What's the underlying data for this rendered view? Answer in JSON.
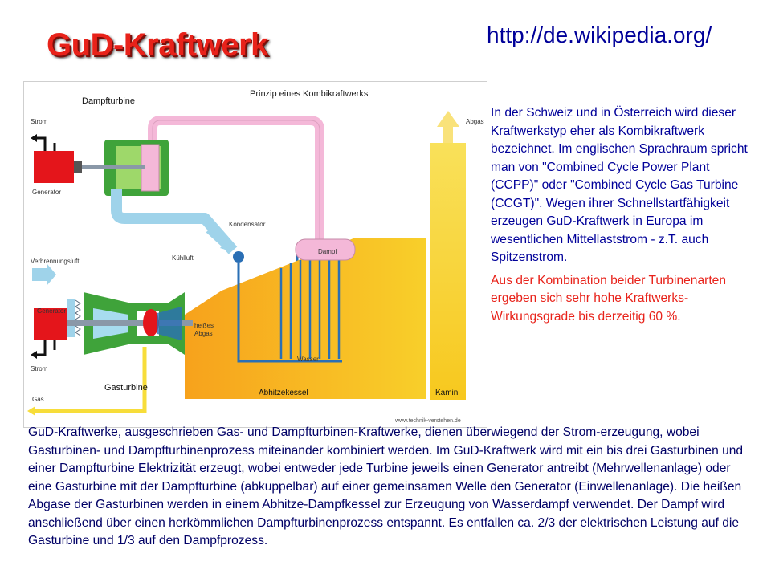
{
  "title": "GuD-Kraftwerk",
  "url": "http://de.wikipedia.org/",
  "diagram": {
    "heading": "Prinzip eines Kombikraftwerks",
    "labels": {
      "dampfturbine": "Dampfturbine",
      "strom_top": "Strom",
      "generator_top": "Generator",
      "kondensator": "Kondensator",
      "kuehlluft": "Kühlluft",
      "verbrennungsluft": "Verbrennungsluft",
      "generator_bottom": "Generator",
      "strom_bottom": "Strom",
      "gas": "Gas",
      "gasturbine": "Gasturbine",
      "heisses": "heißes",
      "abgas": "Abgas",
      "dampf": "Dampf",
      "wasser": "Wasser",
      "abhitzekessel": "Abhitzekessel",
      "kamin": "Kamin",
      "abgas_top": "Abgas",
      "credit": "www.technik-verstehen.de"
    },
    "colors": {
      "steam_pink": "#f4b8d8",
      "condensate_blue": "#9fd3ea",
      "water_blue": "#2a6fb5",
      "generator_red": "#e4151b",
      "turbine_green": "#3fa33a",
      "exhaust_yellow": "#f7d21e",
      "boiler_orange": "#f7a21c",
      "gas_yellow": "#f7dd3a"
    }
  },
  "side_text": {
    "paragraph1": "In der Schweiz und in Österreich wird dieser Kraftwerkstyp eher als Kombikraftwerk bezeichnet. Im englischen Sprachraum spricht man von \"Combined Cycle Power Plant (CCPP)\" oder \"Combined Cycle Gas Turbine (CCGT)\". Wegen ihrer Schnellstartfähigkeit erzeugen GuD-Kraftwerk in Europa im wesentlichen Mittellaststrom - z.T. auch Spitzenstrom.",
    "paragraph2": "Aus der Kombination beider Turbinenarten ergeben sich sehr hohe Kraftwerks-Wirkungsgrade bis derzeitig 60 %."
  },
  "bottom_text": "GuD-Kraftwerke, ausgeschrieben Gas- und Dampfturbinen-Kraftwerke, dienen überwiegend der Strom-erzeugung, wobei Gasturbinen- und Dampfturbinenprozess miteinander kombiniert werden. Im GuD-Kraftwerk wird mit ein bis drei Gasturbinen und einer Dampfturbine Elektrizität erzeugt, wobei entweder jede Turbine jeweils einen Generator antreibt (Mehrwellenanlage) oder eine Gasturbine mit der Dampfturbine (abkuppelbar) auf einer gemeinsamen Welle den Generator (Einwellenanlage). Die heißen Abgase der Gasturbinen werden in einem Abhitze-Dampfkessel zur Erzeugung von Wasserdampf verwendet. Der Dampf wird anschließend über einen herkömmlichen Dampfturbinenprozess entspannt. Es entfallen ca. 2/3 der elektrischen Leistung auf die Gasturbine und 1/3 auf den Dampfprozess."
}
